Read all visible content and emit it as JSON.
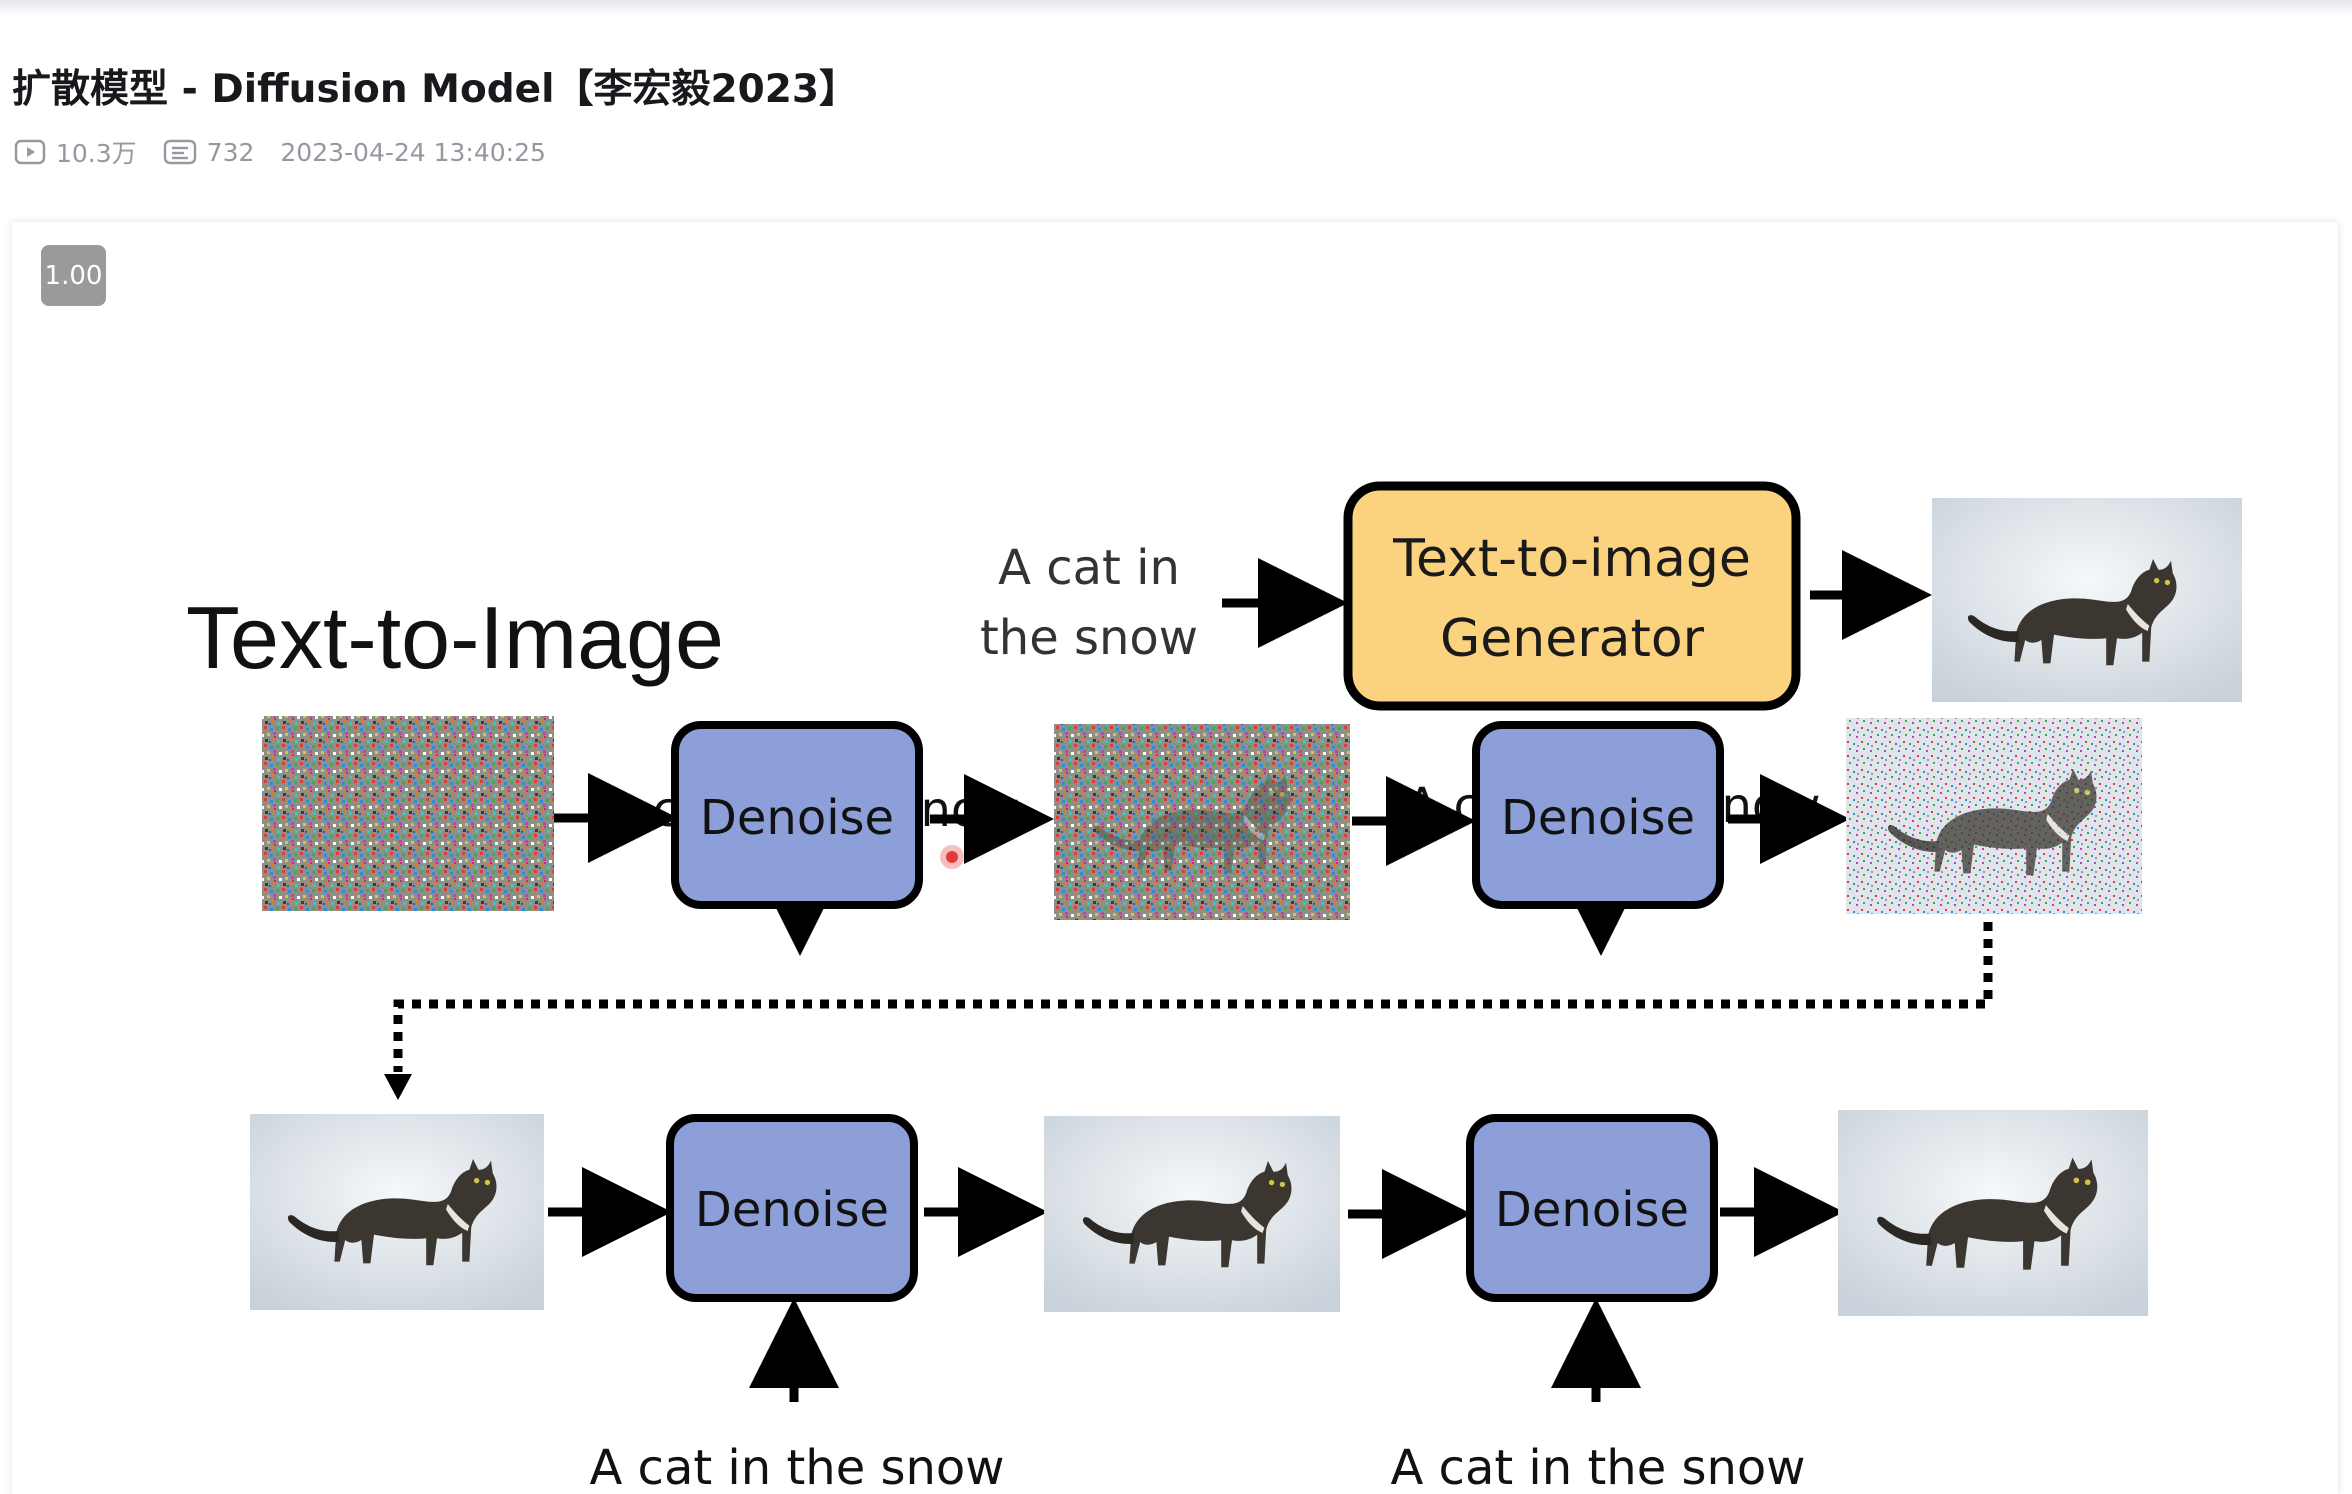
{
  "video": {
    "title": "扩散模型 - Diffusion Model【李宏毅2023】",
    "views": "10.3万",
    "danmaku_count": "732",
    "publish_time": "2023-04-24 13:40:25"
  },
  "player": {
    "playback_speed": "1.00"
  },
  "slide": {
    "heading": "Text-to-Image",
    "prompt_line1": "A cat in",
    "prompt_line2": "the snow",
    "generator_line1": "Text-to-image",
    "generator_line2": "Generator",
    "step_prompt": "A cat in the snow",
    "denoise_label": "Denoise",
    "colors": {
      "generator_fill": "#fbd27e",
      "denoise_fill": "#8d9fd9",
      "arrow": "#000000"
    }
  }
}
